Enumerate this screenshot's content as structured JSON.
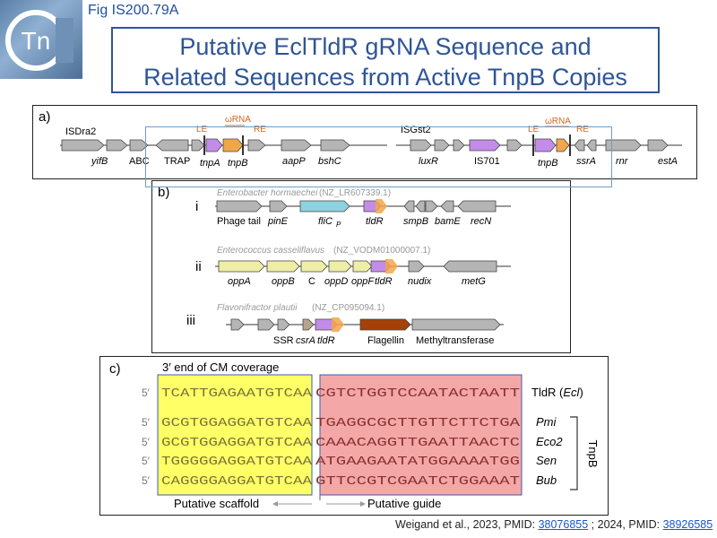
{
  "header": {
    "fig_id": "Fig IS200.79A",
    "logo_text": "Tn"
  },
  "title": {
    "line1": "Putative EclTldR gRNA Sequence and",
    "line2": "Related Sequences from Active TnpB Copies"
  },
  "panel_a": {
    "label": "a)",
    "left_locus": {
      "name": "ISDra2",
      "genes": [
        "yifB",
        "ABC",
        "TRAP",
        "tnpA",
        "tnpB",
        "aapP",
        "bshC"
      ],
      "le": "LE",
      "re": "RE",
      "rna": "ωRNA"
    },
    "right_locus": {
      "name": "ISGst2",
      "genes": [
        "luxR",
        "IS701",
        "tnpB",
        "ssrA",
        "rnr",
        "estA"
      ],
      "le": "LE",
      "re": "RE",
      "rna": "ωRNA"
    }
  },
  "panel_b": {
    "label": "b)",
    "rows": [
      {
        "numeral": "i",
        "organism": "Enterobacter hormaechei",
        "accession": "(NZ_LR607339.1)",
        "genes": [
          "Phage tail",
          "pinE",
          "fliC",
          "P",
          "tldR",
          "smpB",
          "bamE",
          "recN"
        ]
      },
      {
        "numeral": "ii",
        "organism": "Enterococcus casseliflavus",
        "accession": "(NZ_VODM01000007.1)",
        "genes": [
          "oppA",
          "oppB",
          "C",
          "oppD",
          "oppF",
          "tldR",
          "nudix",
          "metG"
        ]
      },
      {
        "numeral": "iii",
        "organism": "Flavonifractor plautii",
        "accession": "(NZ_CP095094.1)",
        "genes": [
          "SSR",
          "csrA",
          "tldR",
          "Flagellin",
          "Methyltransferase"
        ]
      }
    ]
  },
  "panel_c": {
    "label": "c)",
    "header": "3′ end of CM coverage",
    "prime": "5′",
    "sequences": [
      {
        "scaffold": "TCATTGAGAATGTCAA",
        "guide": "CGTCTGGTCCAATACTAATT",
        "label": "TldR (Ecl)"
      },
      {
        "scaffold": "GCGTGGAGGATGTCAA",
        "guide": "TGAGGCGCTTGTTCTTCTGA",
        "label": "Pmi"
      },
      {
        "scaffold": "GCGTGGAGGATGTCAA",
        "guide": "CAAACAGGTTGAATTAACTC",
        "label": "Eco2"
      },
      {
        "scaffold": "TGGGGGAGGATGTCAA",
        "guide": "ATGAAGAATATGGAAAATGG",
        "label": "Sen"
      },
      {
        "scaffold": "CAGGGGAGGATGTCAA",
        "guide": "GTTCCGTCGAATCTGGAAAT",
        "label": "Bub"
      }
    ],
    "group_label": "TnpB",
    "scaffold_label": "Putative scaffold",
    "guide_label": "Putative guide"
  },
  "citation": {
    "prefix": "Weigand et al., 2023, PMID: ",
    "pmid1": "38076855",
    "middle": " ; 2024, PMID: ",
    "pmid2": "38926585"
  },
  "colors": {
    "title": "#2e5597",
    "gene_gray": "#b5b5b5",
    "tnpB_purple": "#c38ce8",
    "rna_orange": "#f2a64a",
    "fliC_cyan": "#8ed2e0",
    "opp_yellow": "#eeeea6",
    "flagellin_brown": "#a34208",
    "scaffold_yellow": "#ffff66",
    "guide_red": "#f4a7a7",
    "link": "#1a56c8"
  }
}
